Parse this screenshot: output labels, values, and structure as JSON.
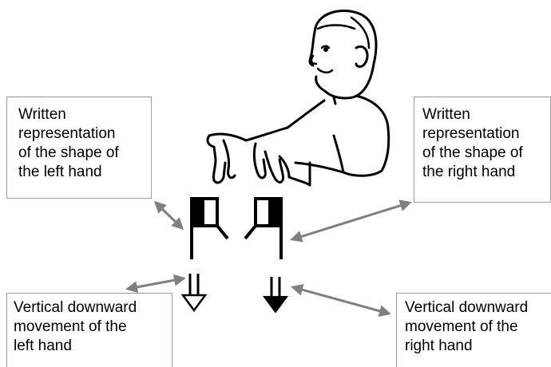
{
  "callouts": {
    "left_hand_shape": "Written\nrepresentation\nof the shape of\nthe left hand",
    "right_hand_shape": "Written\nrepresentation\nof the shape of\nthe right hand",
    "left_hand_movement": "Vertical downward\nmovement of the\nleft hand",
    "right_hand_movement": "Vertical downward\nmovement of the\nright hand"
  },
  "icons": {
    "person": "signer-illustration-icon",
    "left_shape": "left-handshape-symbol-icon",
    "right_shape": "right-handshape-symbol-icon",
    "left_movement": "hollow-down-arrow-icon",
    "right_movement": "filled-down-arrow-icon",
    "connector": "double-headed-arrow-icon"
  },
  "colors": {
    "connector": "#7f7f7f",
    "ink": "#000000",
    "box_border": "#9a9a9a"
  }
}
